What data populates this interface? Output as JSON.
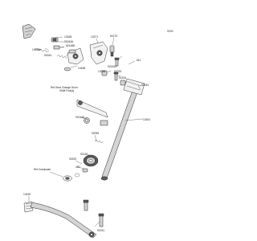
{
  "diagram": {
    "code": "9949",
    "refs": {
      "gear_drum": [
        "Ref.Gear Change Drum",
        "/Shift Fork(s)"
      ],
      "crankcase": "Ref.Crankcase"
    },
    "labels": {
      "l13168": "13168",
      "l92043a": "92043A",
      "l13168b": "13168b",
      "l92044": "92044",
      "l921488": "921488",
      "l13168c": "13168",
      "l13271": "13271",
      "l92170": "92170",
      "l13236": "13236",
      "l921534": "921534",
      "l92033": "92033",
      "l92153": "92153",
      "l611": "611",
      "l92043b": "92043",
      "l13161": "13161",
      "l92144a": "92144A",
      "l92055": "92055",
      "l92145": "92145",
      "l92200": "92200",
      "l480": "480",
      "l13150": "13150",
      "l92151": "92151"
    }
  }
}
